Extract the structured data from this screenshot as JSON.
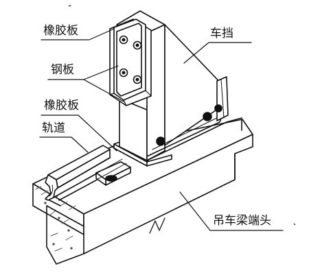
{
  "labels": {
    "rubber_pad_top": "橡胶板",
    "steel_plate": "钢板",
    "rubber_pad_bottom": "橡胶板",
    "rail": "轨道",
    "car_stop": "车挡",
    "beam_end": "吊车梁端头"
  },
  "colors": {
    "ink": "#111111",
    "paper": "#ffffff",
    "hatch": "#555555"
  }
}
